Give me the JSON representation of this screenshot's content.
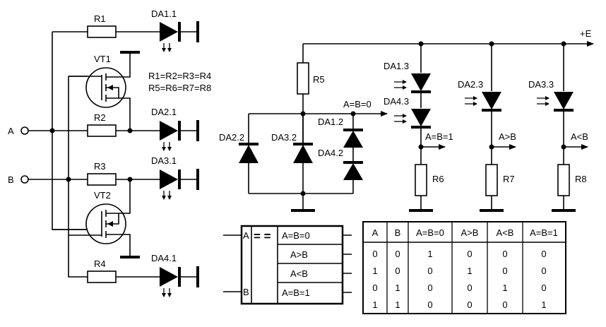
{
  "inputs": {
    "a": "A",
    "b": "B"
  },
  "supply": "+E",
  "components": {
    "r1": "R1",
    "r2": "R2",
    "r3": "R3",
    "r4": "R4",
    "r5": "R5",
    "r6": "R6",
    "r7": "R7",
    "r8": "R8",
    "vt1": "VT1",
    "vt2": "VT2",
    "da11": "DA1.1",
    "da21": "DA2.1",
    "da31": "DA3.1",
    "da41": "DA4.1",
    "da12": "DA1.2",
    "da22": "DA2.2",
    "da32": "DA3.2",
    "da42": "DA4.2",
    "da13": "DA1.3",
    "da23": "DA2.3",
    "da33": "DA3.3",
    "da43": "DA4.3"
  },
  "notes": {
    "equal_r1": "R1=R2=R3=R4",
    "equal_r5": "R5=R6=R7=R8"
  },
  "outputs": {
    "eq0": "A=B=0",
    "eq1": "A=B=1",
    "gt": "A>B",
    "lt": "A<B"
  },
  "block": {
    "in_a": "A",
    "in_b": "B",
    "symbol": "= =",
    "outputs": [
      "A=B=0",
      "A>B",
      "A<B",
      "A=B=1"
    ]
  },
  "truth_table": {
    "headers": [
      "A",
      "B",
      "A=B=0",
      "A>B",
      "A<B",
      "A=B=1"
    ],
    "rows": [
      [
        "0",
        "0",
        "1",
        "0",
        "0",
        "0"
      ],
      [
        "1",
        "0",
        "0",
        "1",
        "0",
        "0"
      ],
      [
        "0",
        "1",
        "0",
        "0",
        "1",
        "0"
      ],
      [
        "1",
        "1",
        "0",
        "0",
        "0",
        "1"
      ]
    ]
  }
}
